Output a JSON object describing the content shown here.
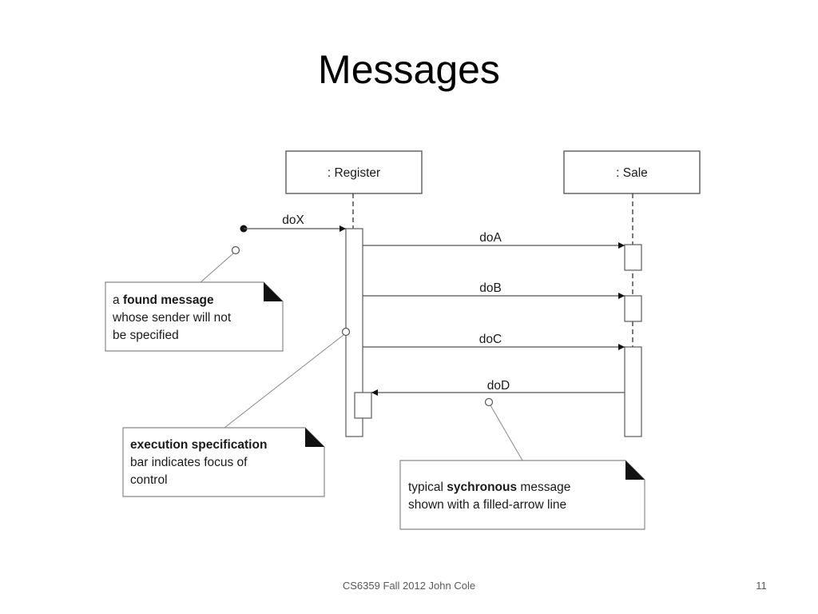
{
  "title": "Messages",
  "diagram": {
    "lifelines": [
      {
        "label": ": Register"
      },
      {
        "label": ": Sale"
      }
    ],
    "messages": [
      {
        "label": "doX"
      },
      {
        "label": "doA"
      },
      {
        "label": "doB"
      },
      {
        "label": "doC"
      },
      {
        "label": "doD"
      }
    ],
    "notes": {
      "found": {
        "pre": "a ",
        "bold": "found message",
        "lines": [
          "whose sender will not",
          "be specified"
        ]
      },
      "execution": {
        "bold": "execution specification",
        "lines": [
          "bar indicates focus of",
          "control"
        ]
      },
      "synchronous": {
        "pre": "typical ",
        "bold": "sychronous",
        "post": " message",
        "lines": [
          "shown with a filled-arrow line"
        ]
      }
    }
  },
  "footer": {
    "text": "CS6359 Fall 2012 John Cole",
    "page": "11"
  },
  "colors": {
    "line": "#555555",
    "box_stroke": "#666666",
    "text": "#1a1a1a",
    "footer": "#595959"
  }
}
